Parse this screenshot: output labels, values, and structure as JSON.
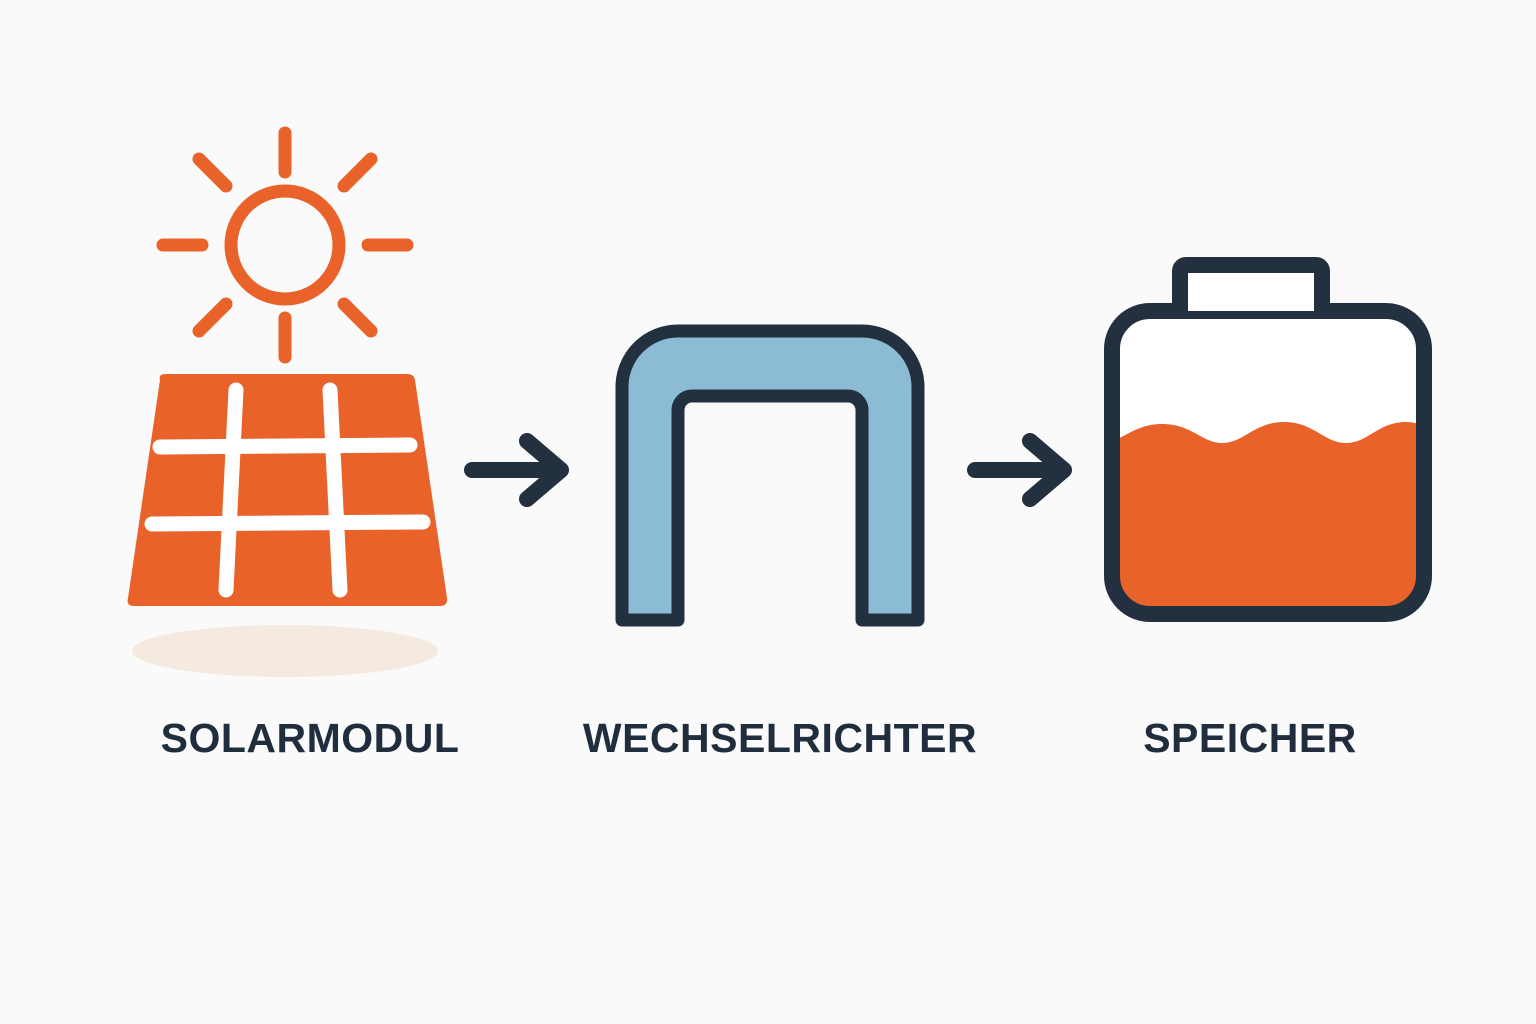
{
  "diagram": {
    "background_color": "#FAFAFA",
    "orange": "#E8622A",
    "navy": "#22303F",
    "light_blue": "#8CBCD4",
    "shadow_beige": "#F4EADF",
    "white": "#FFFFFF",
    "nodes": [
      {
        "id": "solar",
        "label": "SOLARMODUL",
        "icon": "solar-panel-with-sun-icon",
        "color": "#E8622A"
      },
      {
        "id": "inverter",
        "label": "WECHSELRICHTER",
        "icon": "inverter-arch-icon",
        "color": "#8CBCD4"
      },
      {
        "id": "storage",
        "label": "SPEICHER",
        "icon": "battery-storage-icon",
        "color": "#E8622A"
      }
    ],
    "connectors": [
      {
        "id": "arrow-solar-to-inverter",
        "icon": "arrow-right-icon",
        "color": "#22303F"
      },
      {
        "id": "arrow-inverter-to-storage",
        "icon": "arrow-right-icon",
        "color": "#22303F"
      }
    ],
    "storage_fill_level_percent": 55,
    "sun_ray_count": 8
  }
}
